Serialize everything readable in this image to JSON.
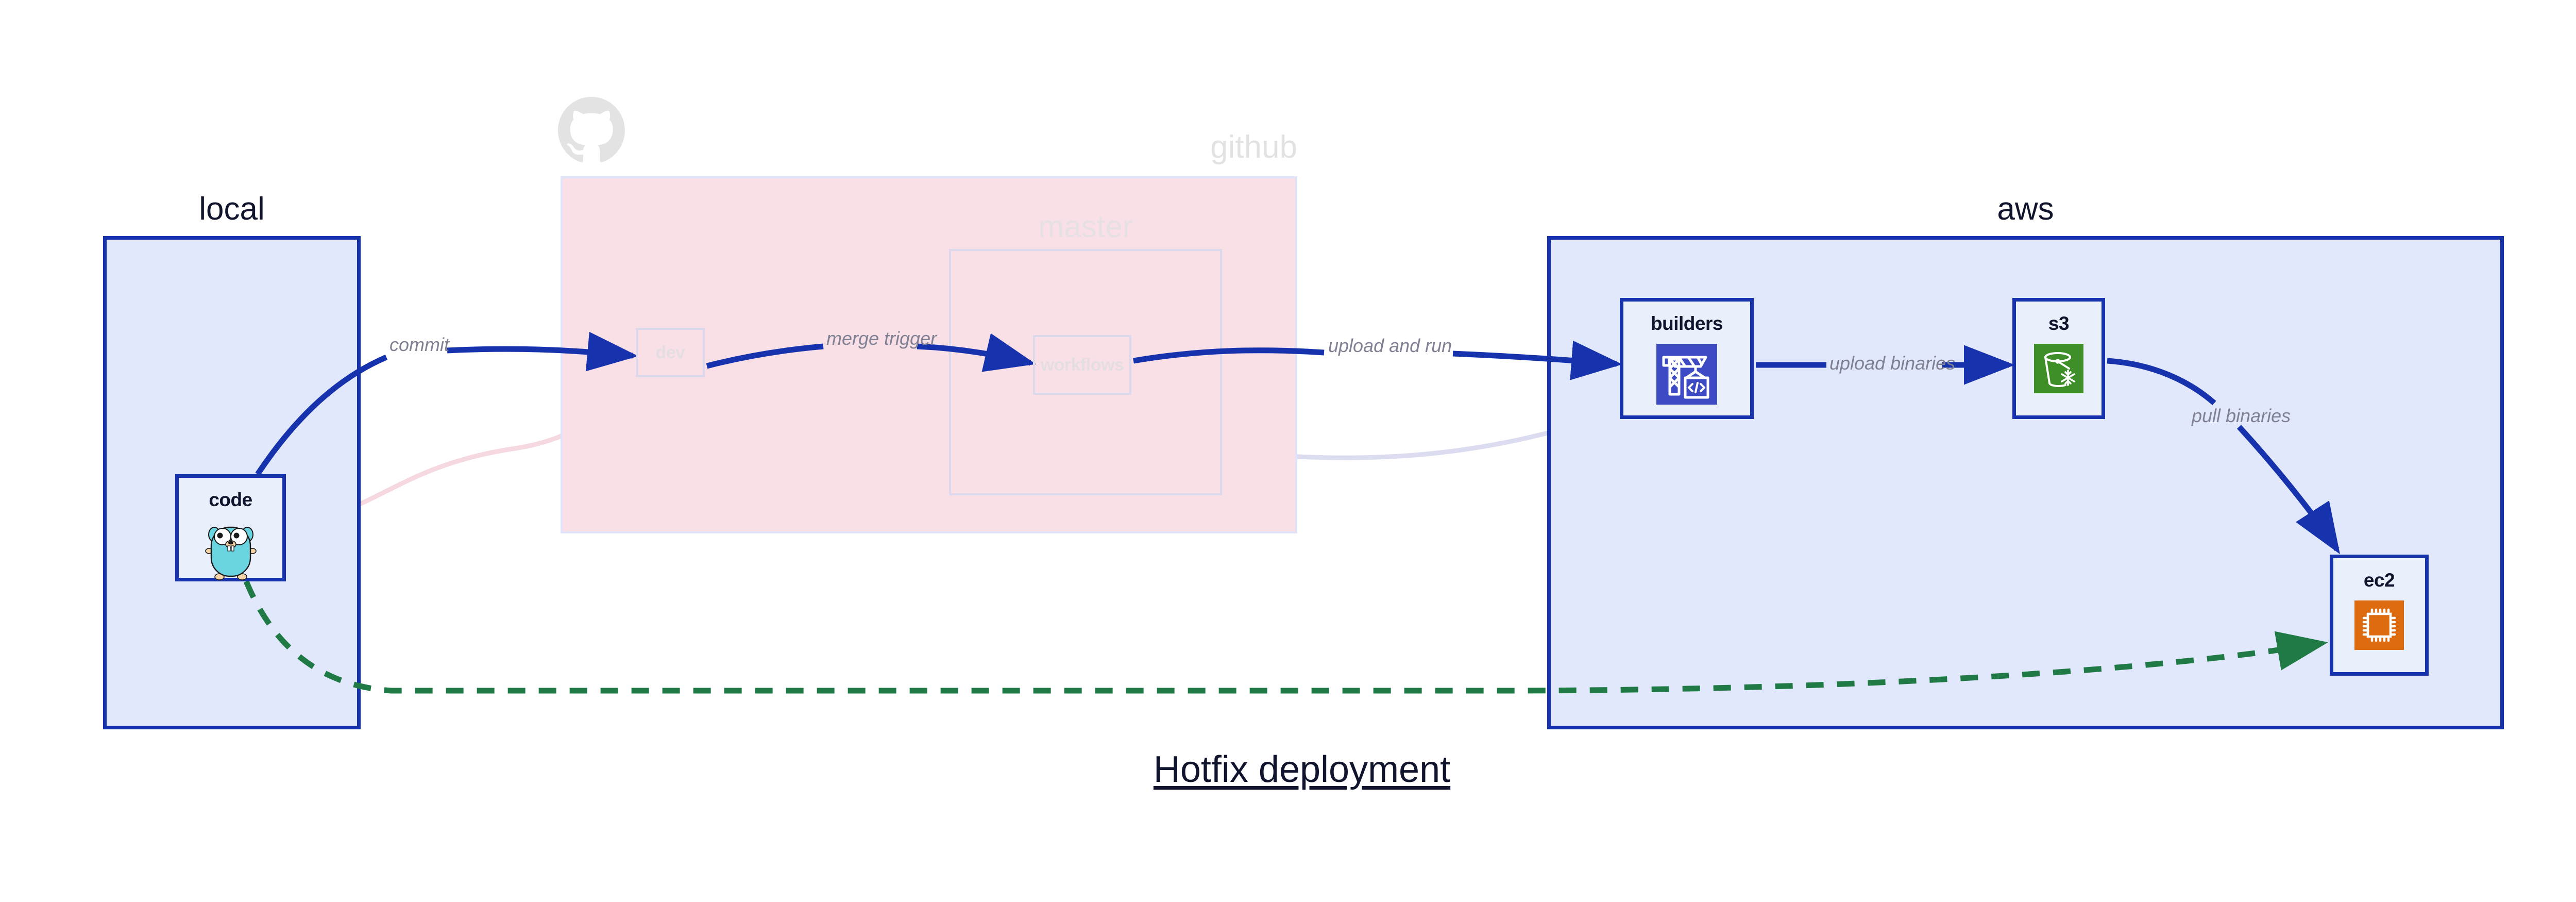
{
  "diagram": {
    "title": "Hotfix deployment",
    "clusters": [
      {
        "id": "local",
        "label": "local"
      },
      {
        "id": "github",
        "label": "github"
      },
      {
        "id": "master",
        "label": "master"
      },
      {
        "id": "aws",
        "label": "aws"
      }
    ],
    "nodes": [
      {
        "id": "code",
        "label": "code",
        "icon": "go-gopher-icon",
        "state": "active"
      },
      {
        "id": "dev",
        "label": "dev",
        "icon": "none",
        "state": "faded"
      },
      {
        "id": "workflows",
        "label": "workflows",
        "icon": "none",
        "state": "faded"
      },
      {
        "id": "builders",
        "label": "builders",
        "icon": "aws-codebuild-crane-icon",
        "state": "active"
      },
      {
        "id": "s3",
        "label": "s3",
        "icon": "aws-s3-bucket-icon",
        "state": "active"
      },
      {
        "id": "ec2",
        "label": "ec2",
        "icon": "aws-ec2-chip-icon",
        "state": "active"
      }
    ],
    "edges": [
      {
        "from": "code",
        "to": "dev",
        "label": "commit",
        "style": "solid-blue"
      },
      {
        "from": "dev",
        "to": "workflows",
        "label": "merge trigger",
        "style": "solid-blue"
      },
      {
        "from": "workflows",
        "to": "builders",
        "label": "upload and run",
        "style": "solid-blue"
      },
      {
        "from": "builders",
        "to": "s3",
        "label": "upload binaries",
        "style": "solid-blue"
      },
      {
        "from": "s3",
        "to": "ec2",
        "label": "pull binaries",
        "style": "solid-blue"
      },
      {
        "from": "code",
        "to": "ec2",
        "label": "",
        "style": "dashed-green"
      },
      {
        "from": "code",
        "to": "dev",
        "label": "",
        "style": "ghost-pink"
      },
      {
        "from": "dev",
        "to": "workflows",
        "label": "",
        "style": "ghost-lavender"
      },
      {
        "from": "workflows",
        "to": "builders",
        "label": "",
        "style": "ghost-lavender"
      }
    ],
    "colors": {
      "cluster_border": "#1633ad",
      "cluster_fill": "#e2e8fb",
      "github_fill": "#f8e0e6",
      "edge_blue": "#1633ad",
      "edge_green": "#1f7a45",
      "label_gray": "#808093",
      "codebuild_blue": "#3c4ac4",
      "s3_green": "#3f8f29",
      "ec2_orange": "#dd6b10",
      "gopher_cyan": "#6ad5e0"
    }
  }
}
